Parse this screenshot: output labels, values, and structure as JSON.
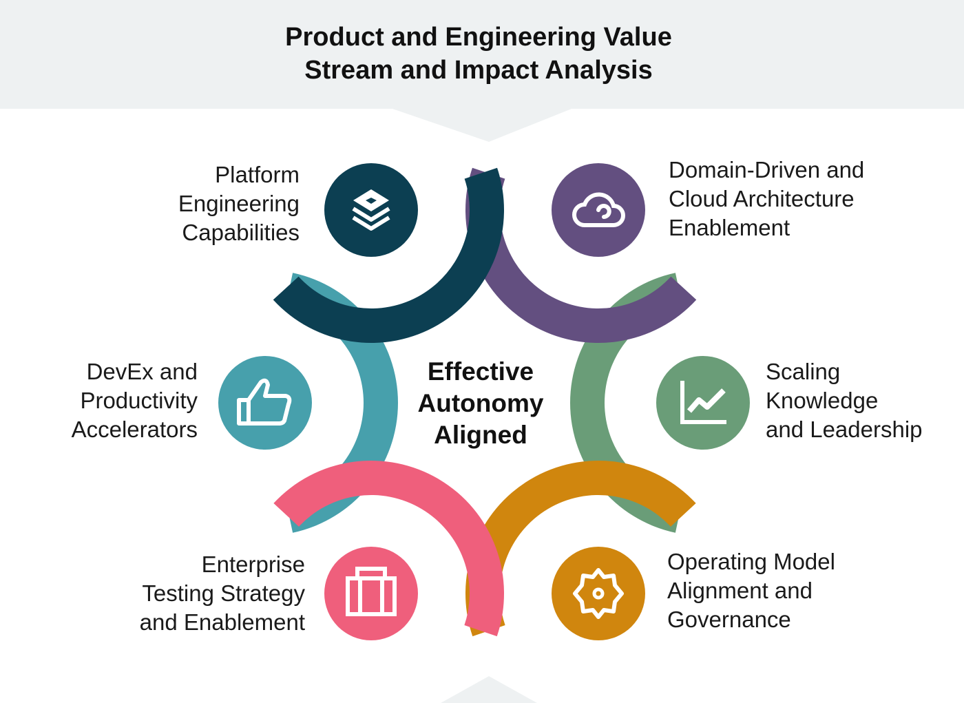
{
  "title_line1": "Product and Engineering Value",
  "title_line2": "Stream and Impact Analysis",
  "center": {
    "line1": "Effective",
    "line2": "Autonomy",
    "line3": "Aligned"
  },
  "items": [
    {
      "lines": [
        "Platform",
        "Engineering",
        "Capabilities"
      ],
      "icon": "layers-icon",
      "color": "#0c3f52"
    },
    {
      "lines": [
        "Domain-Driven and",
        "Cloud Architecture",
        "Enablement"
      ],
      "icon": "cloud-icon",
      "color": "#634f80"
    },
    {
      "lines": [
        "Scaling",
        "Knowledge",
        "and Leadership"
      ],
      "icon": "chart-line-icon",
      "color": "#6a9d78"
    },
    {
      "lines": [
        "Operating Model",
        "Alignment and",
        "Governance"
      ],
      "icon": "gear-icon",
      "color": "#d0860e"
    },
    {
      "lines": [
        "Enterprise",
        "Testing Strategy",
        "and Enablement"
      ],
      "icon": "briefcase-icon",
      "color": "#ef5f7c"
    },
    {
      "lines": [
        "DevEx and",
        "Productivity",
        "Accelerators"
      ],
      "icon": "thumbs-up-icon",
      "color": "#47a0ac"
    }
  ]
}
